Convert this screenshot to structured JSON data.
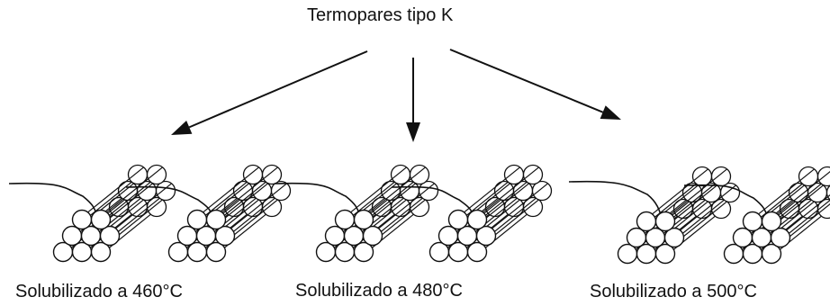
{
  "title": "Termopares tipo K",
  "groups": [
    {
      "label": "Solubilizado a 460°C"
    },
    {
      "label": "Solubilizado a 480°C"
    },
    {
      "label": "Solubilizado a 500°C"
    }
  ],
  "icons": {
    "arrow": "arrow-icon",
    "thermocouple_wire": "thermocouple-wire-icon",
    "rod_bundle": "rod-bundle-icon"
  },
  "colors": {
    "ink": "#111111",
    "background": "#ffffff"
  }
}
